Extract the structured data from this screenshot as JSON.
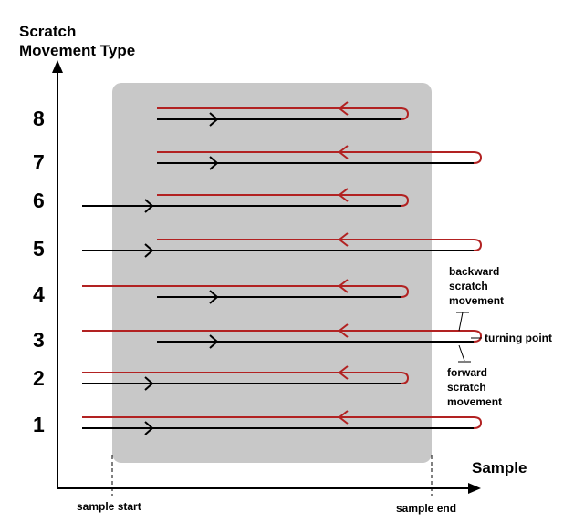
{
  "y_axis": {
    "title_line1": "Scratch",
    "title_line2": "Movement Type"
  },
  "x_axis": {
    "title": "Sample",
    "start_label": "sample start",
    "end_label": "sample end"
  },
  "rows": [
    {
      "label": "8",
      "backward_start": "sample start",
      "turning_point": "before sample end",
      "forward_start": "inside sample"
    },
    {
      "label": "7",
      "backward_start": "sample start",
      "turning_point": "after sample end",
      "forward_start": "inside sample"
    },
    {
      "label": "6",
      "backward_start": "sample start",
      "turning_point": "before sample end",
      "forward_start": "before sample start"
    },
    {
      "label": "5",
      "backward_start": "sample start",
      "turning_point": "after sample end",
      "forward_start": "before sample start"
    },
    {
      "label": "4",
      "backward_start": "before sample start",
      "turning_point": "before sample end",
      "forward_start": "inside sample"
    },
    {
      "label": "3",
      "backward_start": "before sample start",
      "turning_point": "after sample end",
      "forward_start": "inside sample"
    },
    {
      "label": "2",
      "backward_start": "before sample start",
      "turning_point": "before sample end",
      "forward_start": "before sample start"
    },
    {
      "label": "1",
      "backward_start": "before sample start",
      "turning_point": "after sample end",
      "forward_start": "before sample start"
    }
  ],
  "annotations": {
    "backward": [
      "backward",
      "scratch",
      "movement"
    ],
    "turning": "turning point",
    "forward": [
      "forward",
      "scratch",
      "movement"
    ]
  },
  "colors": {
    "backward": "#b22222",
    "forward": "#000000",
    "sample_region": "#c8c8c8"
  }
}
